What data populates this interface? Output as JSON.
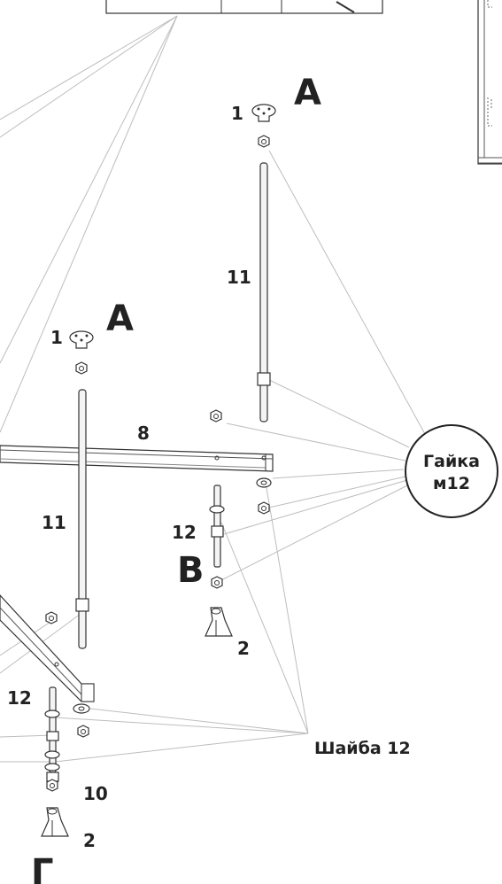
{
  "labels": {
    "a_top": "А",
    "a_mid": "А",
    "v": "В",
    "g": "Г",
    "n1_top": "1",
    "n1_mid": "1",
    "n11_top": "11",
    "n11_mid": "11",
    "n8": "8",
    "n12_right": "12",
    "n12_left": "12",
    "n2_right": "2",
    "n2_left": "2",
    "n10": "10"
  },
  "callouts": {
    "nut_line1": "Гайка",
    "nut_line2": "м12",
    "washer": "Шайба 12"
  }
}
